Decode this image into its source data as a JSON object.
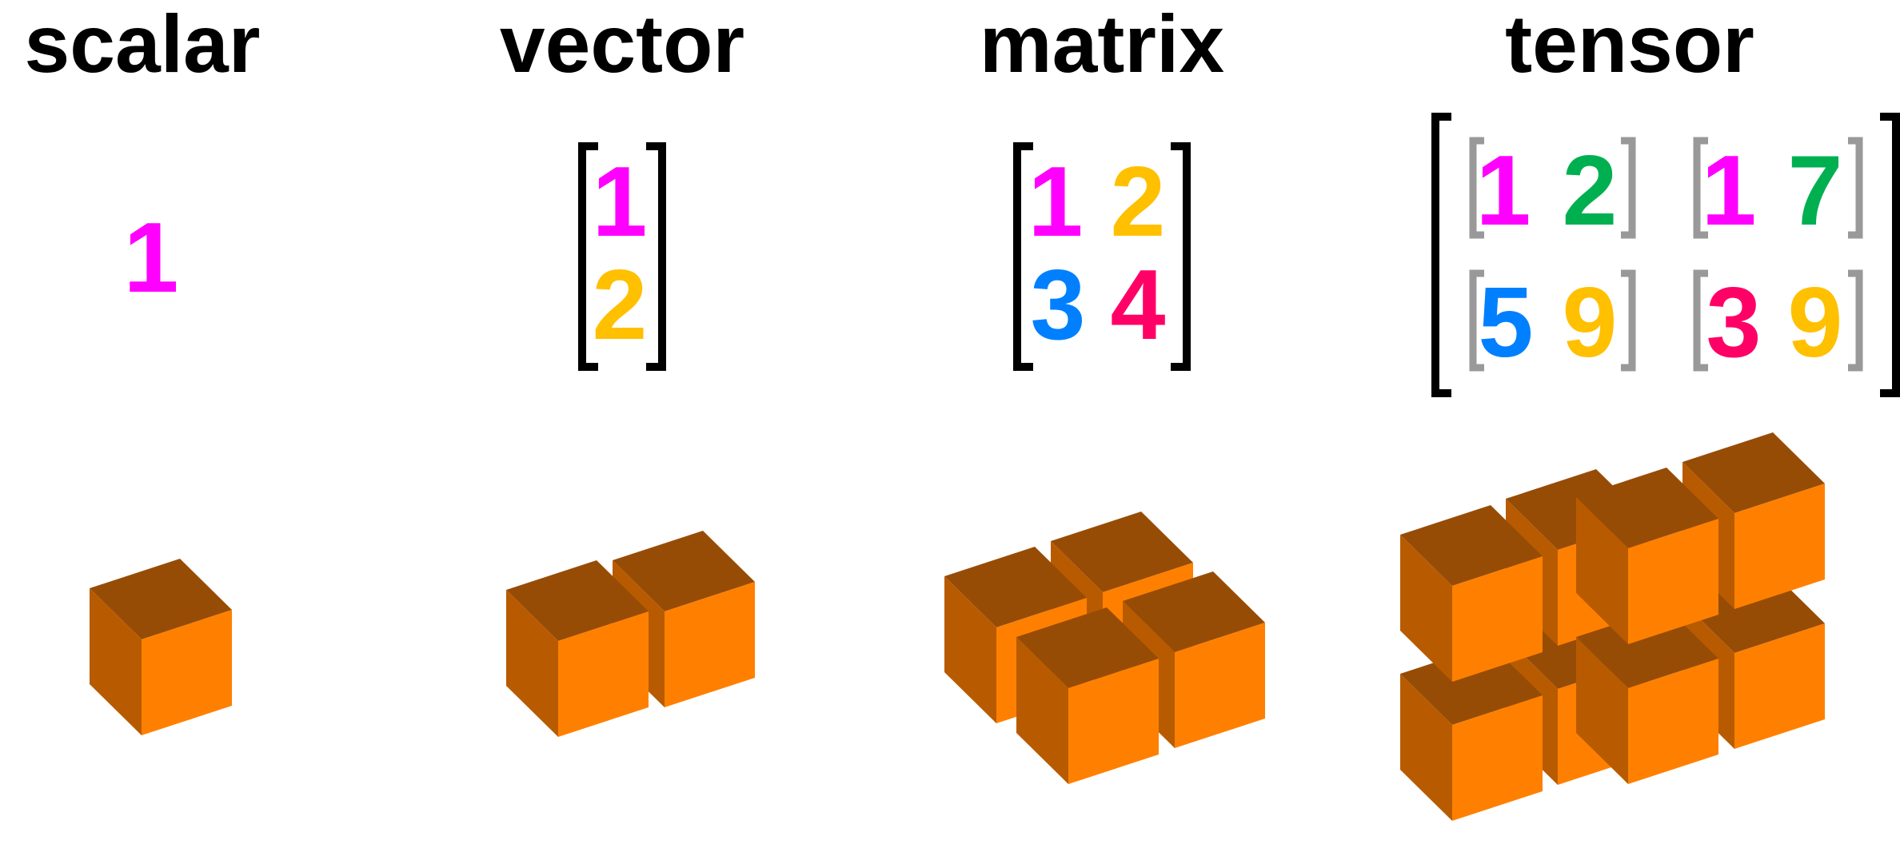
{
  "colors": {
    "magenta": "#ff00ff",
    "yellow": "#ffc000",
    "green": "#00b050",
    "blue": "#0080ff",
    "red": "#ff0066",
    "bracket": "#000000",
    "inner_bracket": "#999999",
    "cube_top": "#974c06",
    "cube_left": "#b85b00",
    "cube_right": "#ff8000"
  },
  "titles": {
    "scalar": "scalar",
    "vector": "vector",
    "matrix": "matrix",
    "tensor": "tensor"
  },
  "scalar": {
    "value": "1",
    "color": "magenta"
  },
  "vector": [
    {
      "value": "1",
      "color": "magenta"
    },
    {
      "value": "2",
      "color": "yellow"
    }
  ],
  "matrix": [
    [
      {
        "value": "1",
        "color": "magenta"
      },
      {
        "value": "2",
        "color": "yellow"
      }
    ],
    [
      {
        "value": "3",
        "color": "blue"
      },
      {
        "value": "4",
        "color": "red"
      }
    ]
  ],
  "tensor": [
    [
      {
        "value": "1",
        "color": "magenta"
      },
      {
        "value": "2",
        "color": "green"
      },
      {
        "value": "1",
        "color": "magenta"
      },
      {
        "value": "7",
        "color": "green"
      }
    ],
    [
      {
        "value": "5",
        "color": "blue"
      },
      {
        "value": "9",
        "color": "yellow"
      },
      {
        "value": "3",
        "color": "red"
      },
      {
        "value": "9",
        "color": "yellow"
      }
    ]
  ]
}
